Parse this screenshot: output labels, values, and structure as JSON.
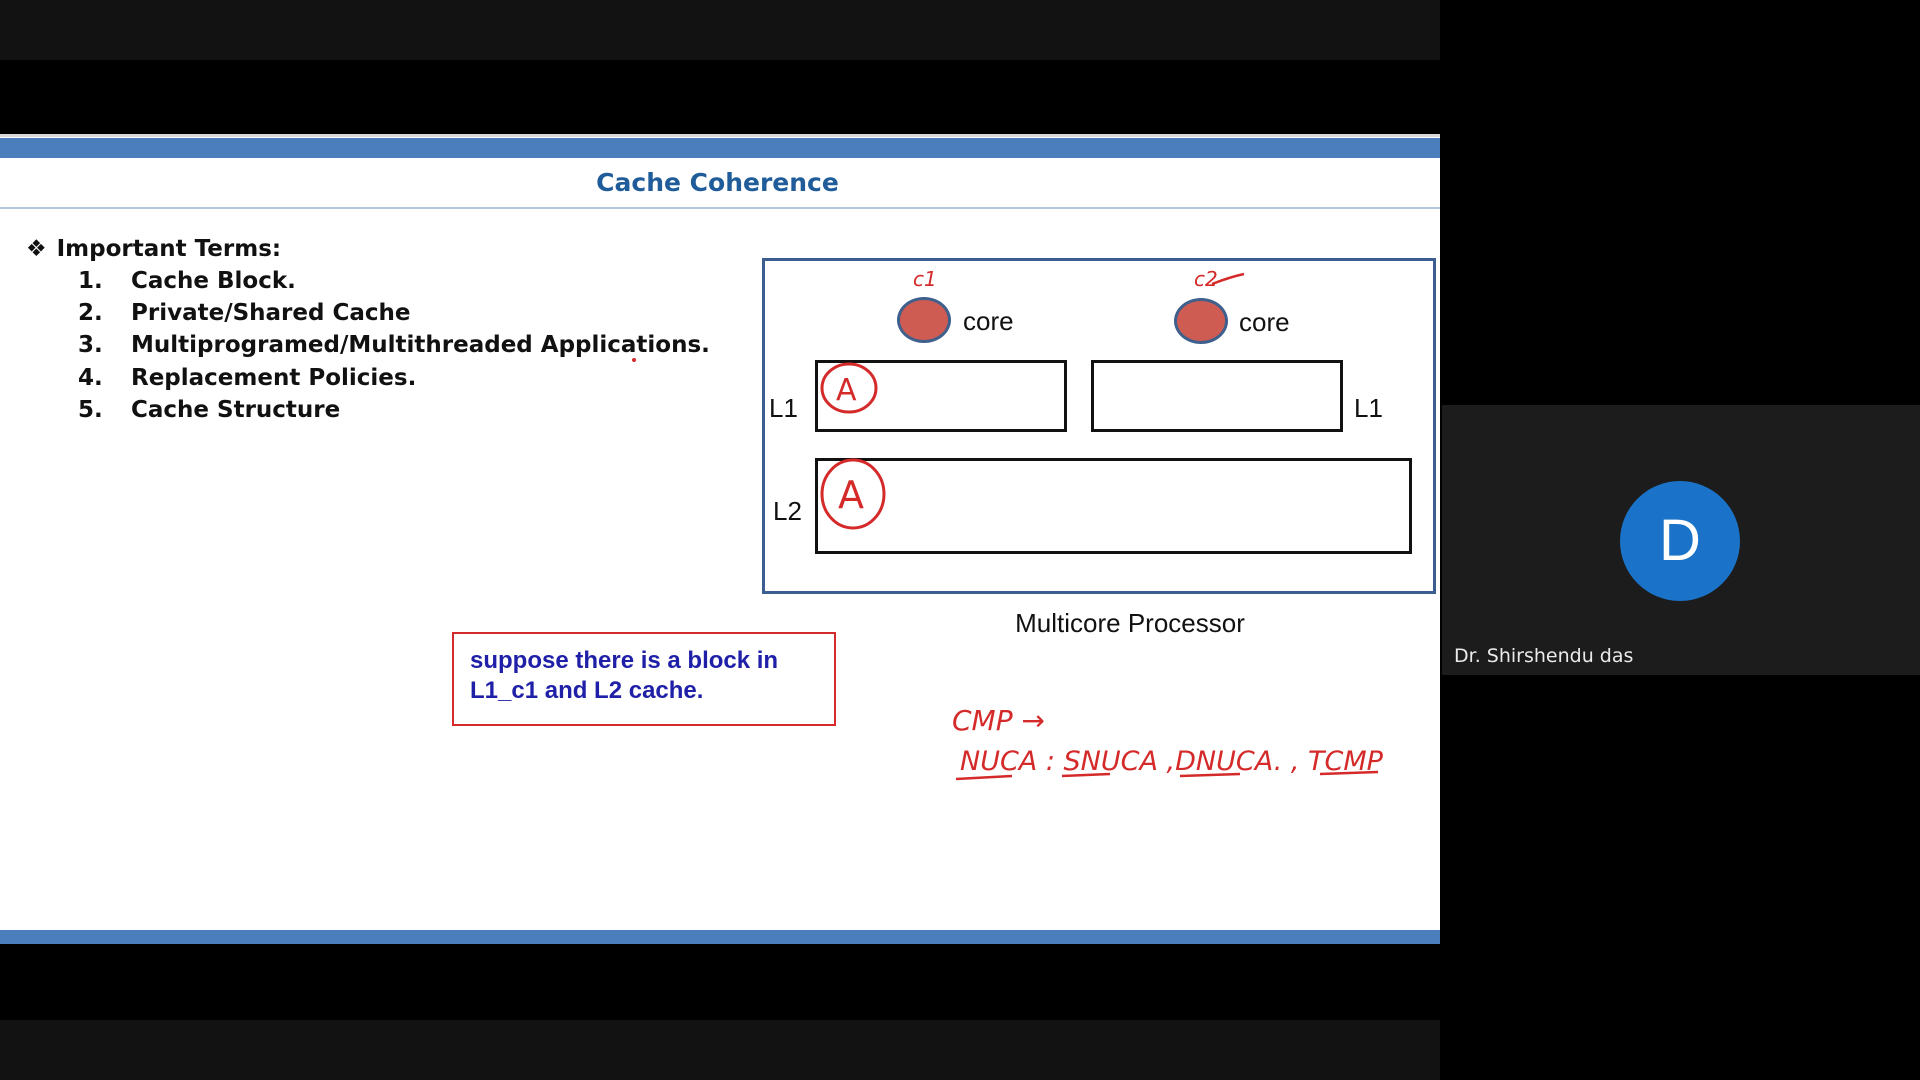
{
  "slide": {
    "title": "Cache Coherence",
    "terms_heading": "Important Terms:",
    "terms_bullet": "❖",
    "terms": [
      {
        "num": "1.",
        "text": "Cache Block."
      },
      {
        "num": "2.",
        "text": "Private/Shared Cache"
      },
      {
        "num": "3.",
        "text": "Multiprogramed/Multithreaded Applications."
      },
      {
        "num": "4.",
        "text": "Replacement Policies."
      },
      {
        "num": "5.",
        "text": "Cache Structure"
      }
    ],
    "diagram": {
      "core_left_label": "core",
      "core_right_label": "core",
      "l1_left_label": "L1",
      "l1_right_label": "L1",
      "l2_label": "L2",
      "caption": "Multicore Processor"
    },
    "callout_text": "suppose there is a block in L1_c1 and L2 cache.",
    "handwriting": {
      "c1": "c1",
      "c2": "c2",
      "block_l1": "A",
      "block_l2": "A",
      "note_line1": "CMP →",
      "note_line2": "NUCA : SNUCA ,DNUCA. , TCMP"
    }
  },
  "colors": {
    "accent_band": "#4a7ebd",
    "title": "#1f5c99",
    "core_fill": "#cf5c52",
    "annotation_red": "#d42a2a",
    "callout_text": "#1f1fa8",
    "avatar": "#1a73c8"
  },
  "participant": {
    "initial": "D",
    "name": "Dr. Shirshendu das"
  }
}
